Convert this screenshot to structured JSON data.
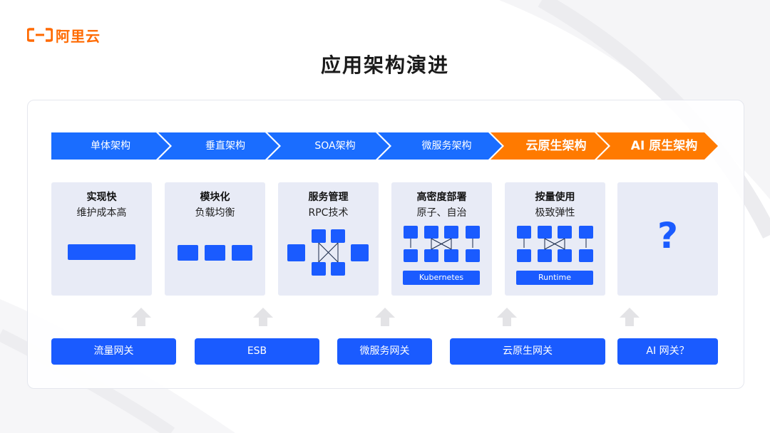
{
  "brand": {
    "logo_text": "阿里云",
    "accent": "#ff6a00"
  },
  "title": "应用架构演进",
  "colors": {
    "blue": "#1a5bff",
    "orange": "#ff6a00",
    "card_bg": "#e8ebf6"
  },
  "stages": [
    {
      "label": "单体架构"
    },
    {
      "label": "垂直架构"
    },
    {
      "label": "SOA架构"
    },
    {
      "label": "微服务架构"
    },
    {
      "label": "云原生架构"
    },
    {
      "label": "AI 原生架构"
    }
  ],
  "cards": [
    {
      "title": "实现快",
      "subtitle": "维护成本高"
    },
    {
      "title": "模块化",
      "subtitle": "负载均衡"
    },
    {
      "title": "服务管理",
      "subtitle": "RPC技术"
    },
    {
      "title": "高密度部署",
      "subtitle": "原子、自治",
      "tag": "Kubernetes"
    },
    {
      "title": "按量使用",
      "subtitle": "极致弹性",
      "tag": "Runtime"
    },
    {
      "title": "",
      "subtitle": "",
      "symbol": "?"
    }
  ],
  "gateways": [
    {
      "label": "流量网关"
    },
    {
      "label": "ESB"
    },
    {
      "label": "微服务网关"
    },
    {
      "label": "云原生网关"
    },
    {
      "label": "AI 网关？"
    }
  ]
}
